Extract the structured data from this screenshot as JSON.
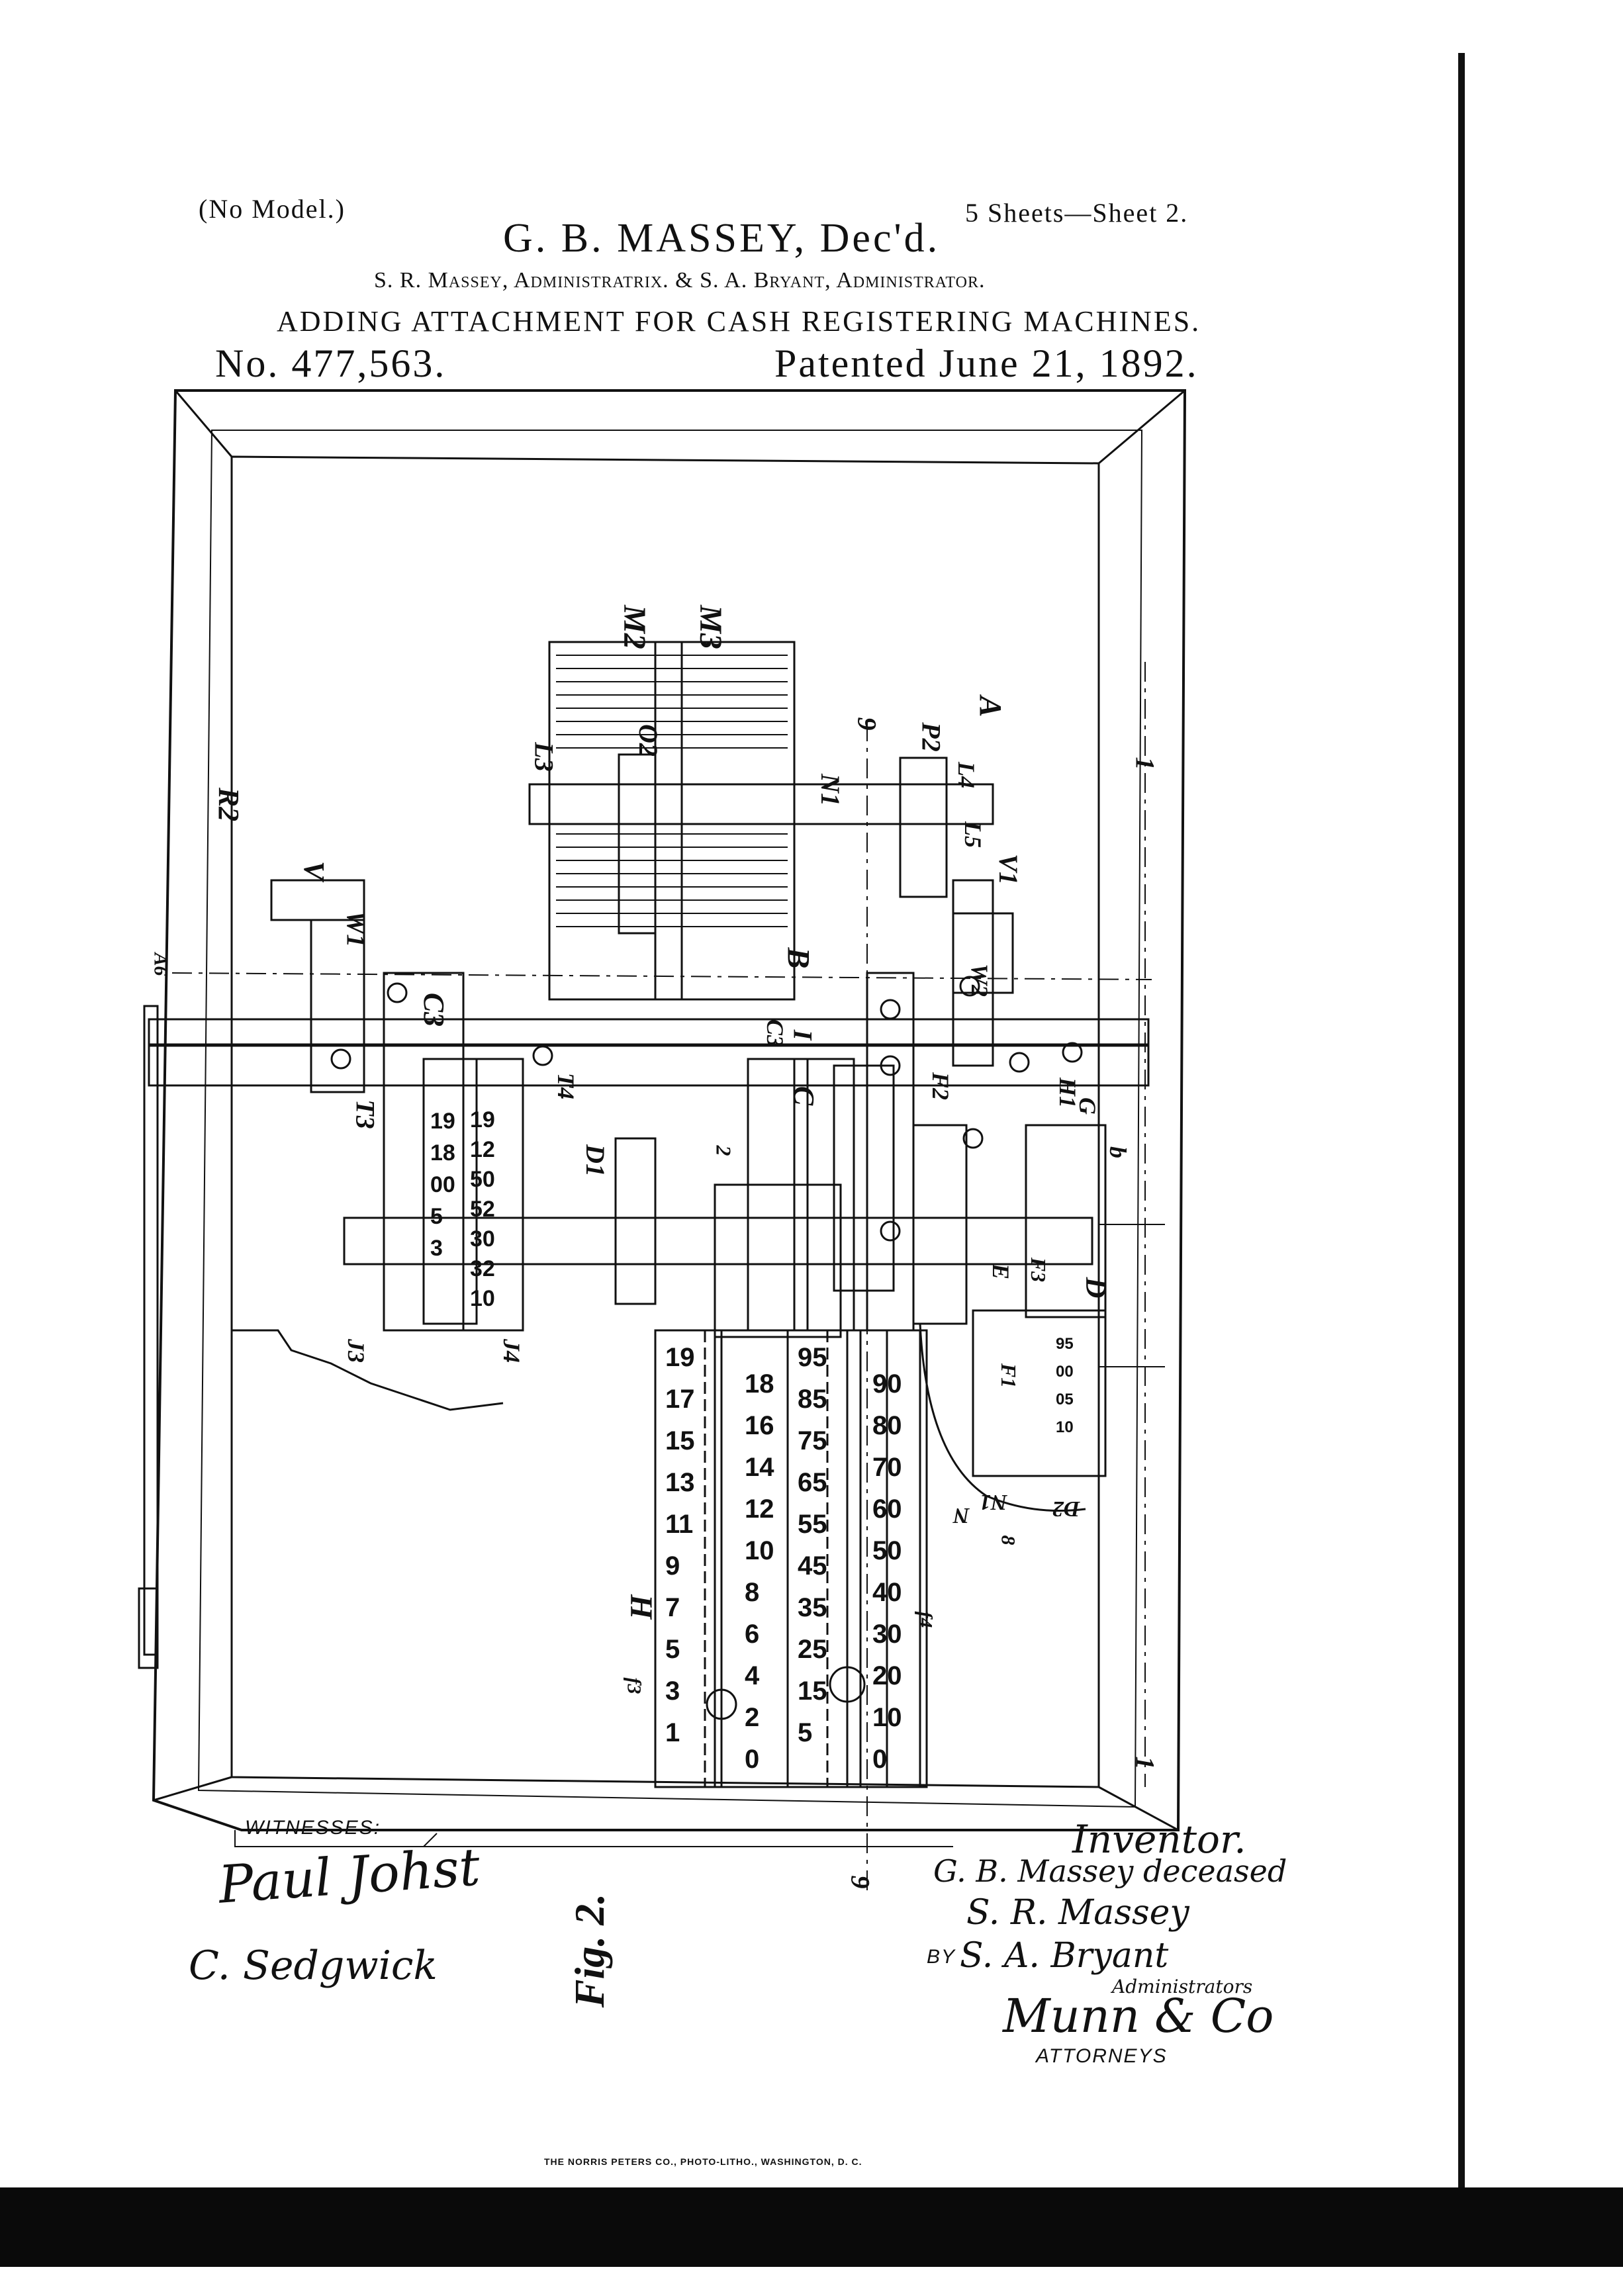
{
  "header": {
    "no_model": "(No Model.)",
    "sheets": "5 Sheets—Sheet 2.",
    "inventor_name": "G. B. MASSEY, Dec'd.",
    "administrators": "S. R. Massey, Administratrix. & S. A. Bryant, Administrator.",
    "title": "ADDING ATTACHMENT FOR CASH REGISTERING MACHINES.",
    "patent_number": "No. 477,563.",
    "patented_date": "Patented June 21, 1892."
  },
  "drawing": {
    "figure_label": "Fig. 2.",
    "section_marks": [
      "9",
      "9",
      "1",
      "1"
    ],
    "letter_labels": [
      "R2",
      "V",
      "W1",
      "A6",
      "M2",
      "M3",
      "L3",
      "O2",
      "P2",
      "A",
      "N1",
      "L4",
      "L5",
      "V1",
      "B",
      "C3",
      "I",
      "W2",
      "C",
      "T3",
      "T4",
      "D1",
      "C3",
      "F2",
      "H1",
      "G",
      "b",
      "D",
      "E",
      "F3",
      "F1",
      "J3",
      "J4",
      "H",
      "f3",
      "f4",
      "D2",
      "N1",
      "N",
      "8",
      "2"
    ],
    "counter_digits_left": [
      "19",
      "18",
      "00",
      "5",
      "3"
    ],
    "counter_digits_right": [
      "19",
      "12",
      "50",
      "52",
      "30",
      "32",
      "10"
    ],
    "scale_left": [
      "19",
      "17",
      "15",
      "13",
      "11",
      "9",
      "7",
      "5",
      "3",
      "1"
    ],
    "scale_mid": [
      "18",
      "16",
      "14",
      "12",
      "10",
      "8",
      "6",
      "4",
      "2",
      "0"
    ],
    "scale_right_a": [
      "95",
      "85",
      "75",
      "65",
      "55",
      "45",
      "35",
      "25",
      "15",
      "5"
    ],
    "scale_right_b": [
      "90",
      "80",
      "70",
      "60",
      "50",
      "40",
      "30",
      "20",
      "10",
      "0"
    ],
    "small_wheel_digits": [
      "95",
      "00",
      "05",
      "10"
    ]
  },
  "witnesses": {
    "label": "WITNESSES:",
    "signature_1": "Paul Johst",
    "signature_2": "C. Sedgwick"
  },
  "inventor": {
    "label": "Inventor.",
    "line_1": "G. B. Massey deceased",
    "line_2": "S. R. Massey",
    "by": "BY",
    "line_3": "S. A. Bryant",
    "line_3_note": "Administrators",
    "line_4": "Munn & Co",
    "attorneys": "ATTORNEYS"
  },
  "footer": {
    "printer": "THE NORRIS PETERS CO., PHOTO-LITHO., WASHINGTON, D. C."
  }
}
